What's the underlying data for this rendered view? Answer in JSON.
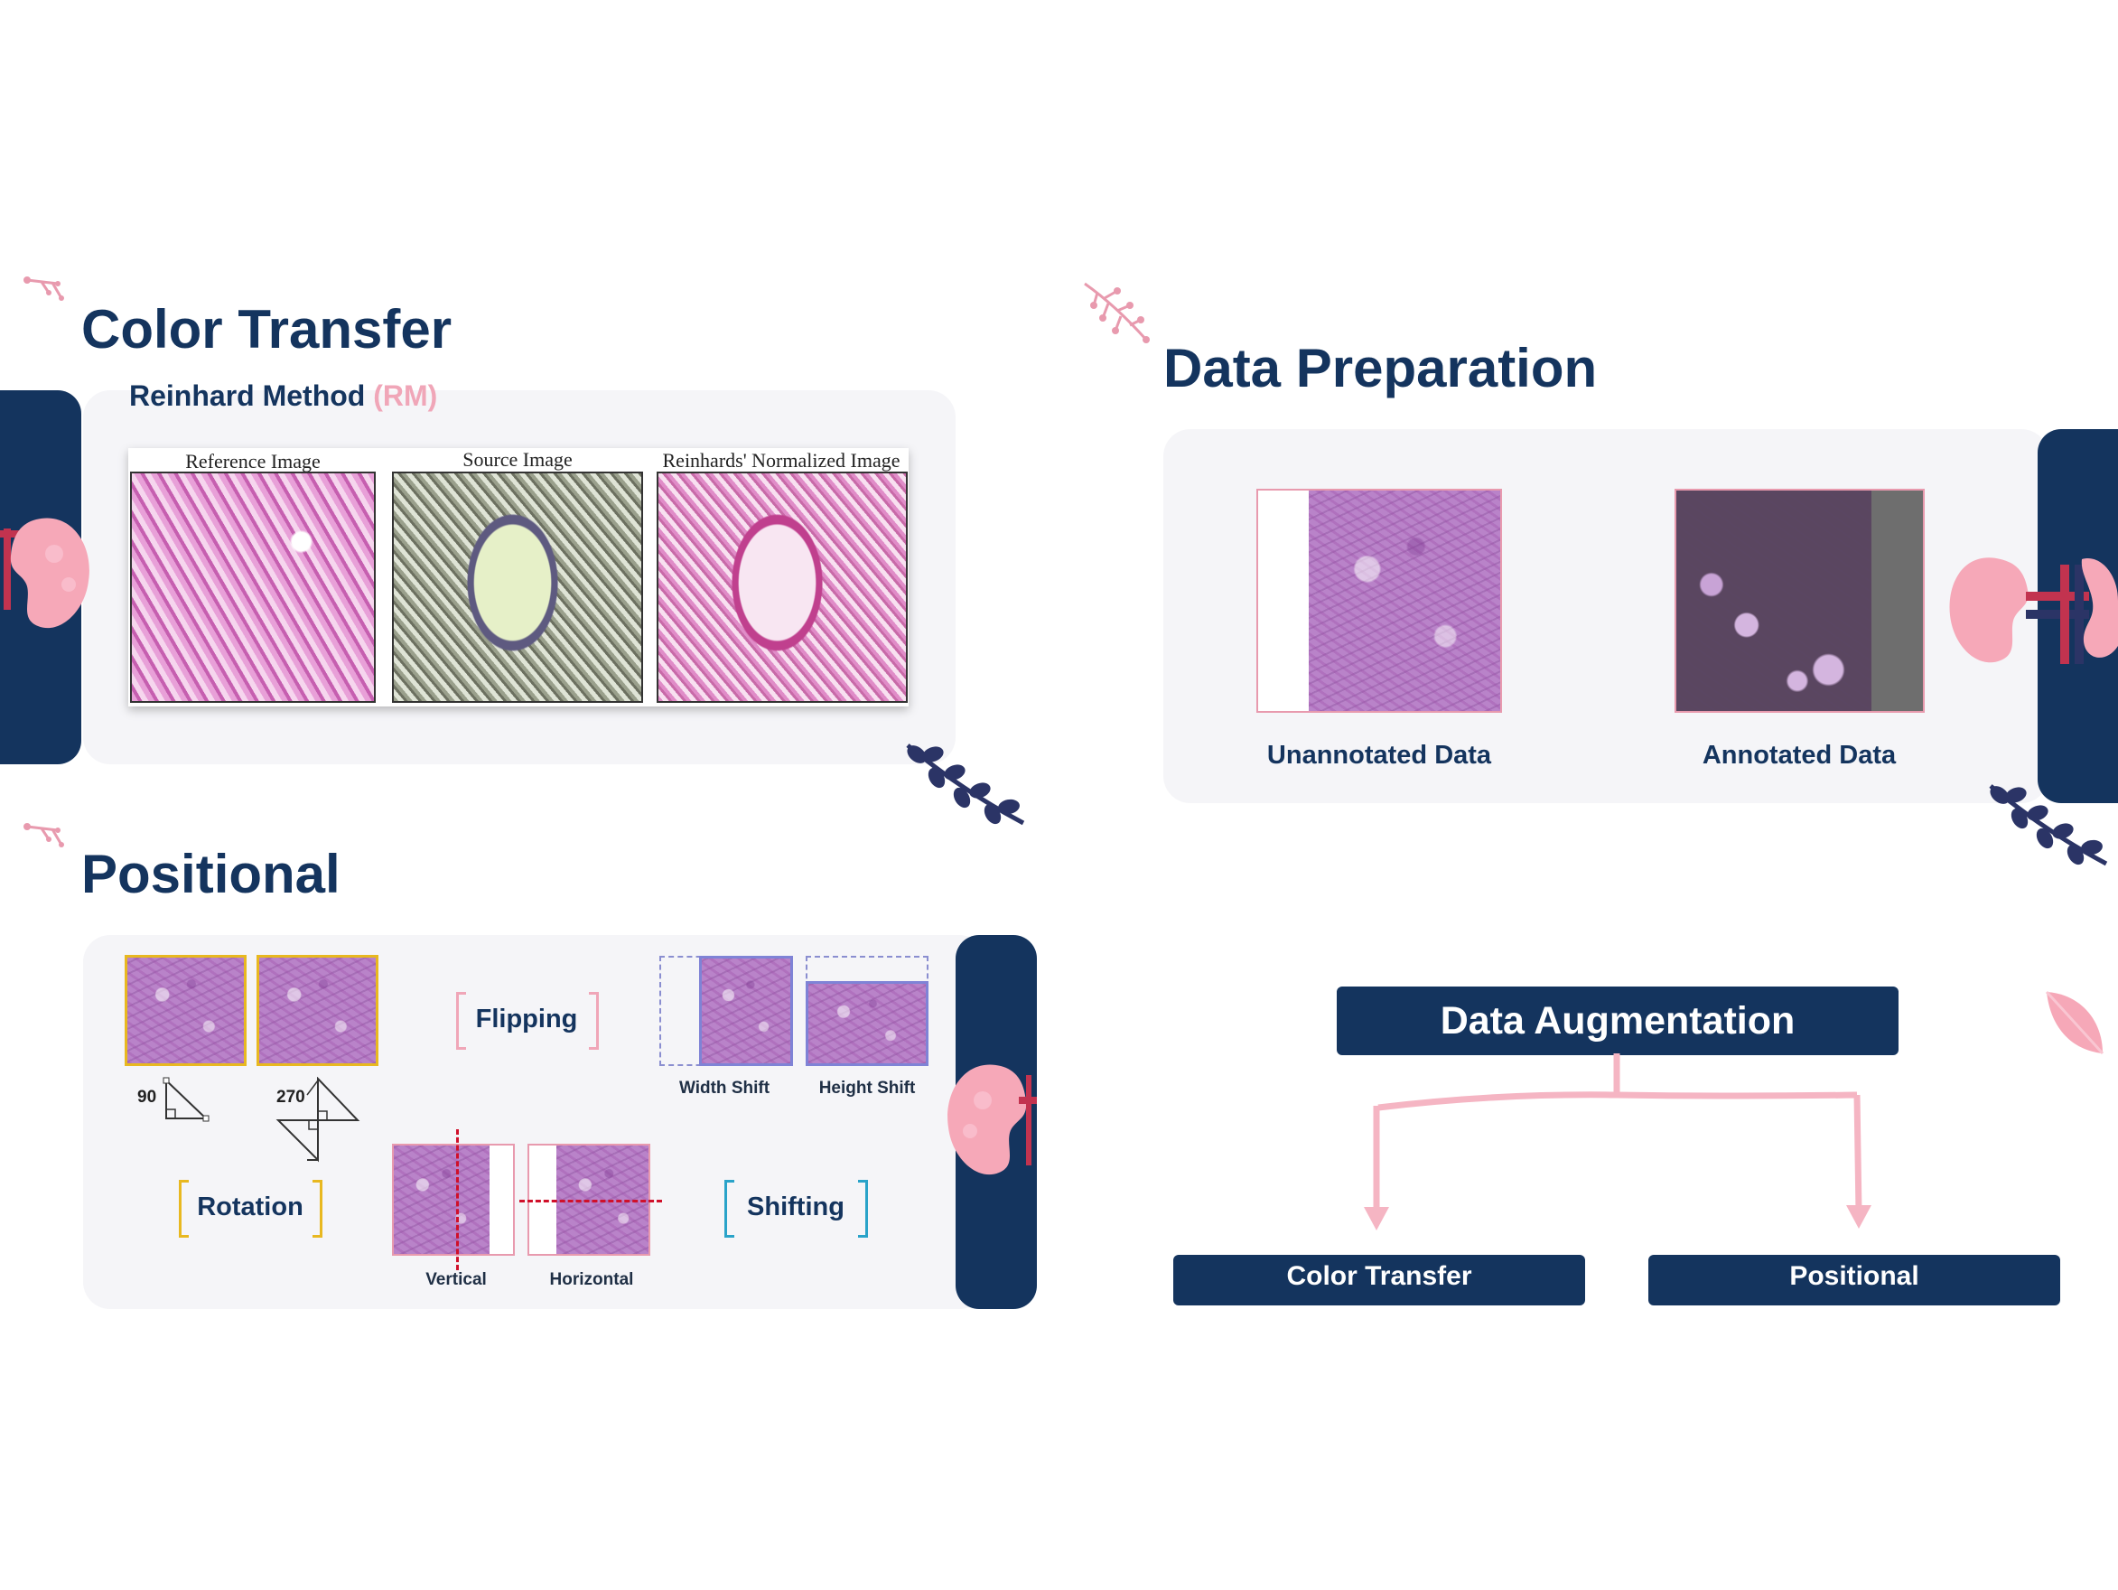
{
  "color_transfer": {
    "title": "Color Transfer",
    "method": "Reinhard Method",
    "method_abbr": "(RM)",
    "captions": [
      "Reference Image",
      "Source Image",
      "Reinhards' Normalized Image"
    ]
  },
  "data_preparation": {
    "title": "Data Preparation",
    "unannotated": "Unannotated Data",
    "annotated": "Annotated Data"
  },
  "positional": {
    "title": "Positional",
    "rotation_label": "Rotation",
    "angle_90": "90",
    "angle_270": "270",
    "flipping_label": "Flipping",
    "vertical": "Vertical",
    "horizontal": "Horizontal",
    "width_shift": "Width Shift",
    "height_shift": "Height Shift",
    "shifting_label": "Shifting"
  },
  "augmentation": {
    "root": "Data Augmentation",
    "children": [
      "Color Transfer",
      "Positional"
    ]
  },
  "colors": {
    "navy": "#14345e",
    "pink": "#f0a6b8",
    "rotation_bracket": "#e8b820",
    "shift_bracket": "#2aa3c9"
  }
}
